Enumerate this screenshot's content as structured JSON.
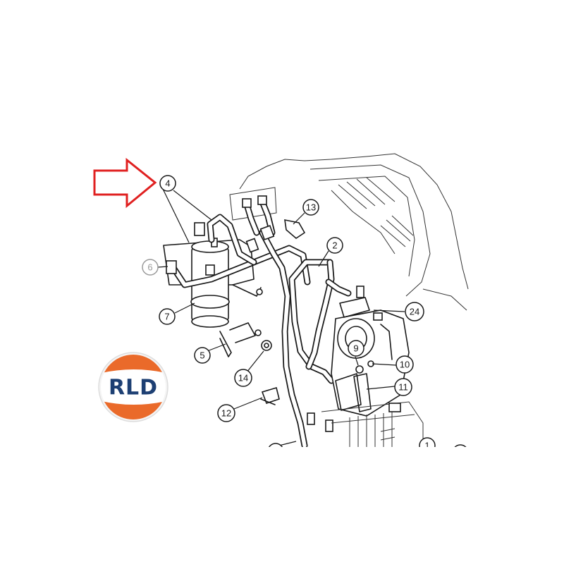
{
  "logo": {
    "text": "RLD",
    "colors": {
      "top": "#ea6a2a",
      "middle": "#ffffff",
      "text": "#1d3f73",
      "ring": "#dddddd"
    }
  },
  "pointer": {
    "color": "#e02020",
    "points_to": "4"
  },
  "callouts": {
    "c4": "4",
    "c13": "13",
    "c2": "2",
    "c6": "6",
    "c7": "7",
    "c24": "24",
    "c9": "9",
    "c10": "10",
    "c5": "5",
    "c11": "11",
    "c14": "14",
    "c12": "12",
    "c1": "1"
  }
}
